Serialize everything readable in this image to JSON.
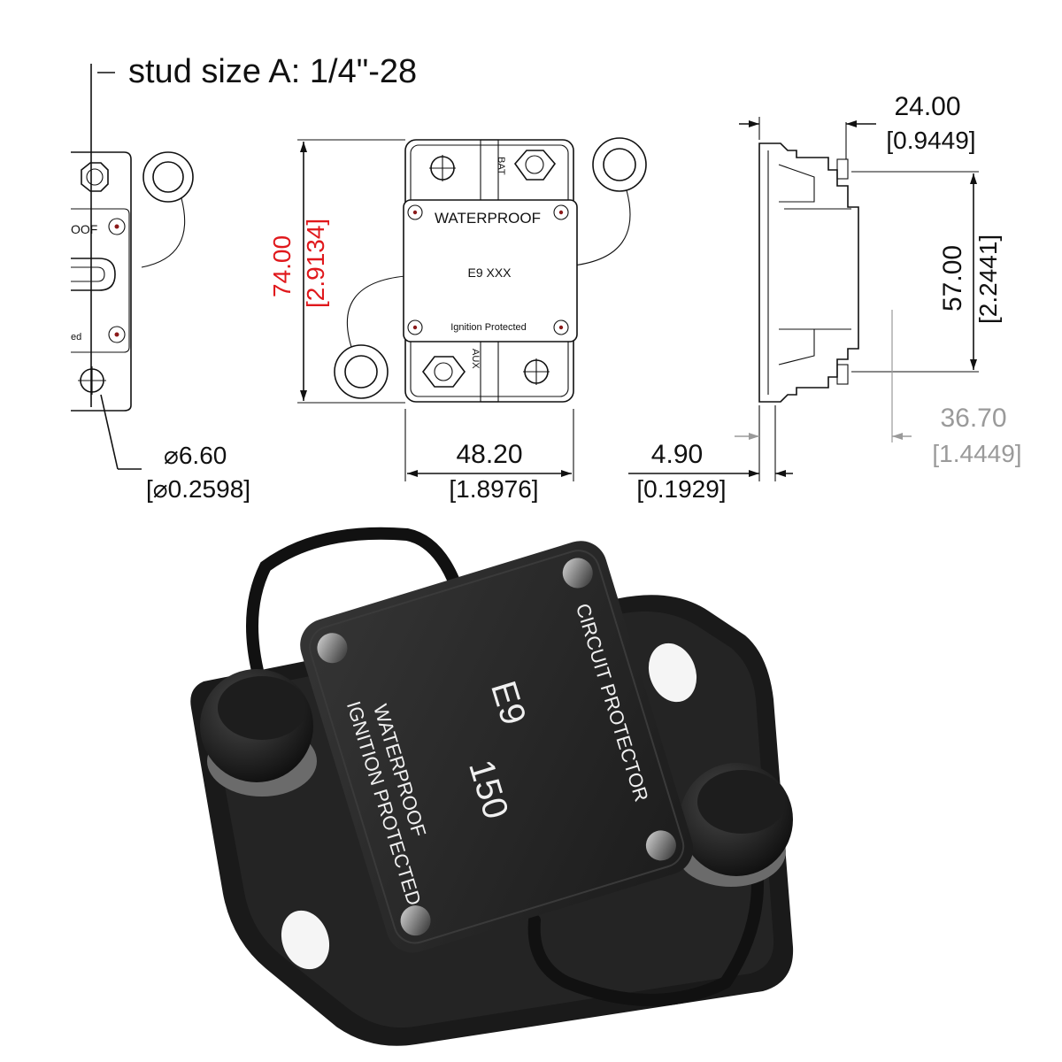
{
  "stud_label": "stud size A: 1/4\"-28",
  "dimensions": {
    "hole_diameter": {
      "mm": "⌀6.60",
      "inch": "[⌀0.2598]"
    },
    "width": {
      "mm": "48.20",
      "inch": "[1.8976]"
    },
    "height": {
      "mm": "74.00",
      "inch": "[2.9134]"
    },
    "flange": {
      "mm": "4.90",
      "inch": "[0.1929]"
    },
    "top_depth": {
      "mm": "24.00",
      "inch": "[0.9449]"
    },
    "stud_spacing": {
      "mm": "57.00",
      "inch": "[2.2441]"
    },
    "total_depth": {
      "mm": "36.70",
      "inch": "[1.4449]"
    }
  },
  "drawing_labels": {
    "cover_top": "WATERPROOF",
    "cover_model": "E9  XXX",
    "cover_bottom": "Ignition Protected",
    "terminal_top": "BAT",
    "terminal_bottom": "AUX",
    "partial_label_1": "OOF",
    "partial_label_2": "ed"
  },
  "product_labels": {
    "line1": "WATERPROOF",
    "line2": "IGNITION PROTECTED",
    "model": "E9",
    "rating": "150",
    "side": "CIRCUIT PROTECTOR"
  },
  "colors": {
    "highlight_red": "#e0181c",
    "muted_gray": "#9a9a9a",
    "body_black": "#1a1a1a",
    "cover_black": "#2a2a2a"
  }
}
